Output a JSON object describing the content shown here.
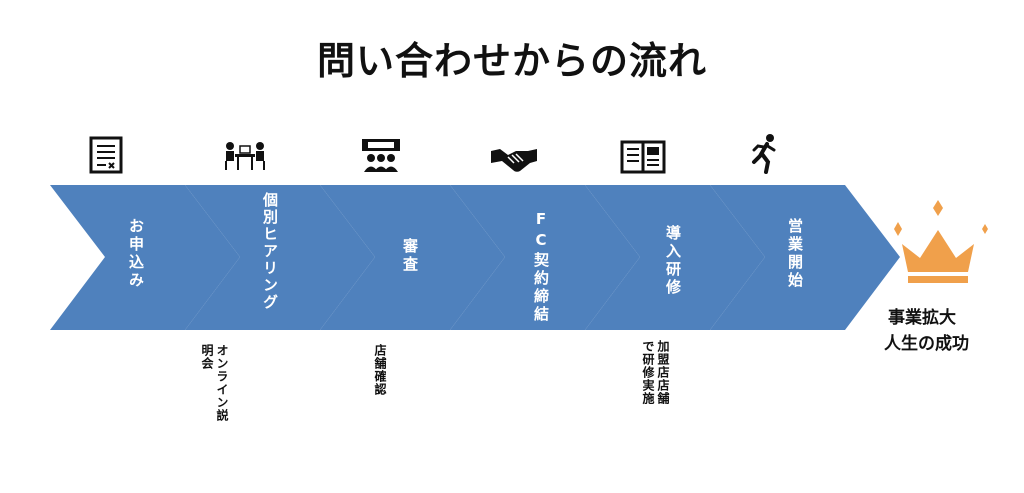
{
  "title": "問い合わせからの流れ",
  "steps": [
    {
      "label": "お申込み",
      "icon": "document-icon"
    },
    {
      "label": "個別ヒアリング",
      "icon": "meeting-icon",
      "note": "オンライン説明会"
    },
    {
      "label": "審査",
      "icon": "presentation-icon",
      "note": "店舗確認"
    },
    {
      "label": "FC契約締結",
      "icon": "handshake-icon"
    },
    {
      "label": "導入研修",
      "icon": "book-icon",
      "note": "加盟店店舗で研修実施"
    },
    {
      "label": "営業開始",
      "icon": "running-person-icon"
    }
  ],
  "result": {
    "line1": "事業拡大",
    "line2": "人生の成功",
    "icon": "crown-icon"
  },
  "colors": {
    "chevron": "#4f81bd",
    "crown": "#f0a04b",
    "text": "#111111"
  }
}
